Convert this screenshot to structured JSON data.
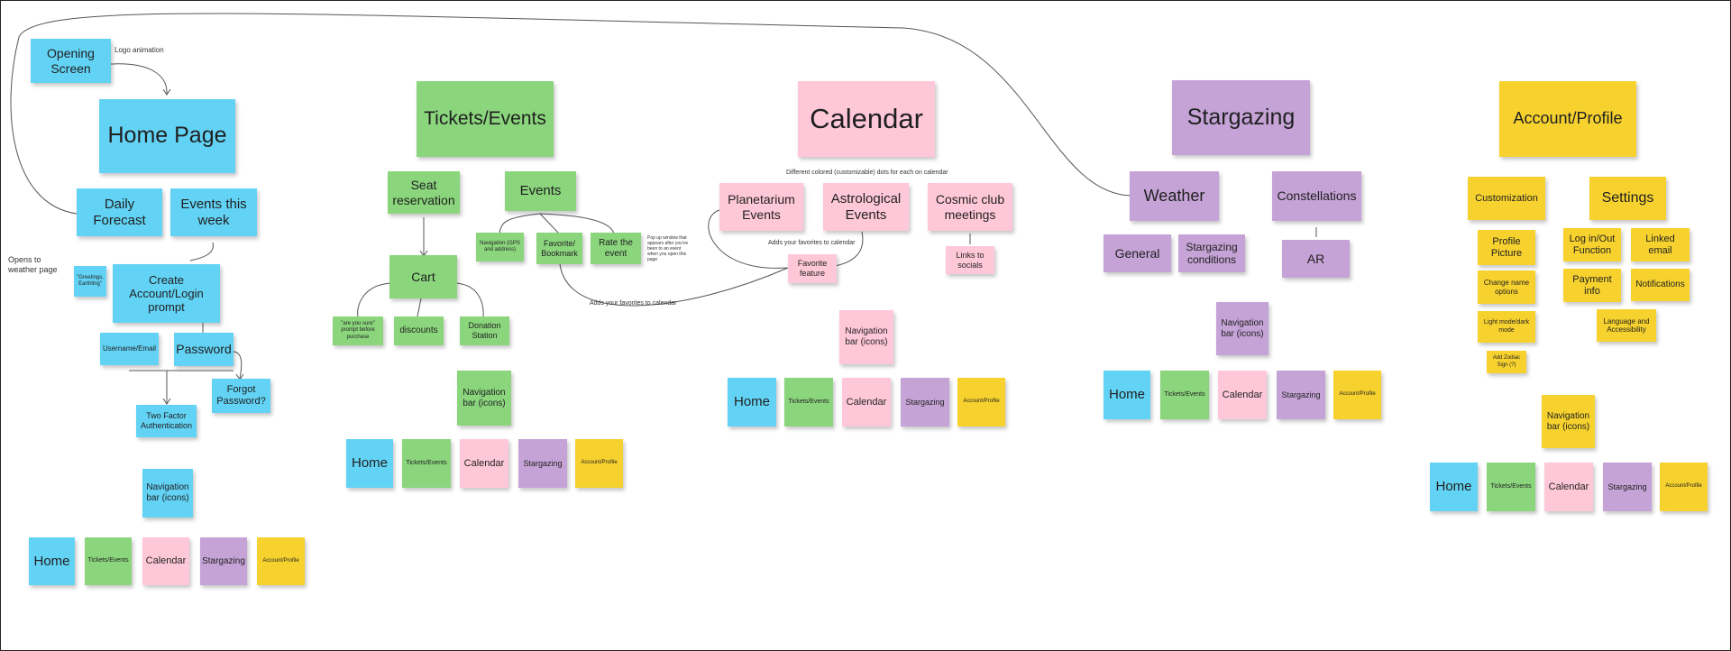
{
  "colors": {
    "blue": "#63d3f5",
    "green": "#8bd57d",
    "pink": "#ffc8d9",
    "purple": "#c5a3d6",
    "yellow": "#f7d22f"
  },
  "home": {
    "opening_screen": "Opening Screen",
    "logo_animation": "Logo animation",
    "home_page": "Home Page",
    "daily_forecast": "Daily Forecast",
    "events_this_week": "Events this week",
    "opens_to_weather_page": "Opens to weather page",
    "greetings": "\"Greetings, Earthling\"",
    "create_account": "Create Account/Login prompt",
    "username_email": "Username/Email",
    "password": "Password",
    "forgot_password": "Forgot Password?",
    "two_factor": "Two Factor Authentication",
    "nav_bar": "Navigation bar (icons)"
  },
  "tickets": {
    "title": "Tickets/Events",
    "seat_reservation": "Seat reservation",
    "events": "Events",
    "navigation_gps": "Navigation (GPS and address)",
    "favorite_bookmark": "Favorite/ Bookmark",
    "rate_event": "Rate the event",
    "popup_note": "Pop up window that appears after you've been to an event when you open this page",
    "cart": "Cart",
    "are_you_sure": "\"are you sure\" prompt before purchase",
    "discounts": "discounts",
    "donation_station": "Donation Station",
    "adds_favorites": "Adds your favorites to calendar",
    "nav_bar": "Navigation bar (icons)"
  },
  "calendar": {
    "title": "Calendar",
    "dots_note": "Different colored (customizable) dots for each on calendar",
    "planetarium_events": "Planetarium Events",
    "astrological_events": "Astrological Events",
    "cosmic_club": "Cosmic club meetings",
    "adds_favorites": "Adds your favorites to calendar",
    "favorite_feature": "Favorite feature",
    "links_to_socials": "Links to socials",
    "nav_bar": "Navigation bar (icons)"
  },
  "stargazing": {
    "title": "Stargazing",
    "weather": "Weather",
    "constellations": "Constellations",
    "general": "General",
    "stargazing_conditions": "Stargazing conditions",
    "ar": "AR",
    "nav_bar": "Navigation bar (icons)"
  },
  "account": {
    "title": "Account/Profile",
    "customization": "Customization",
    "settings": "Settings",
    "profile_picture": "Profile Picture",
    "change_name": "Change name options",
    "light_dark": "Light mode/dark mode",
    "zodiac": "Add Zodiac Sign (?)",
    "login_out": "Log in/Out Function",
    "linked_email": "Linked email",
    "payment_info": "Payment info",
    "notifications": "Notifications",
    "language": "Language and Accessibility",
    "nav_bar": "Navigation bar (icons)"
  },
  "nav_labels": {
    "home": "Home",
    "tickets_events": "Tickets/Events",
    "calendar": "Calendar",
    "stargazing": "Stargazing",
    "account_profile": "Account/Profile"
  }
}
